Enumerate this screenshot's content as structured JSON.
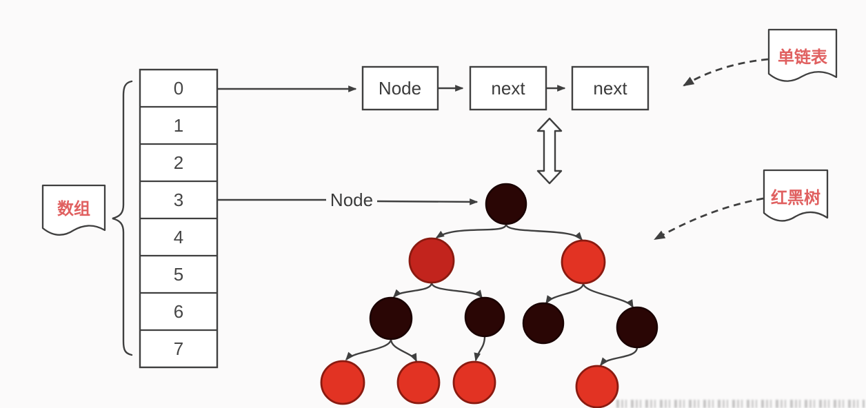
{
  "colors": {
    "background": "#fbfafa",
    "ink": "#3f3f3f",
    "note_text": "#e06060",
    "black_node_fill": "#2a0605",
    "red_node_fill": "#e23323",
    "red_node_muted_fill": "#c2241d",
    "box_fill": "#ffffff"
  },
  "array": {
    "note_label": "数组",
    "cells": [
      "0",
      "1",
      "2",
      "3",
      "4",
      "5",
      "6",
      "7"
    ]
  },
  "linked_list": {
    "note_label": "单链表",
    "nodes": [
      "Node",
      "next",
      "next"
    ]
  },
  "tree": {
    "note_label": "红黑树",
    "pointer_label": "Node",
    "nodes": [
      {
        "id": "root",
        "level": 1,
        "color": "black"
      },
      {
        "id": "l2-left",
        "level": 2,
        "color": "red"
      },
      {
        "id": "l2-right",
        "level": 2,
        "color": "red"
      },
      {
        "id": "l3-1",
        "level": 3,
        "color": "black"
      },
      {
        "id": "l3-2",
        "level": 3,
        "color": "black"
      },
      {
        "id": "l3-3",
        "level": 3,
        "color": "black"
      },
      {
        "id": "l3-4",
        "level": 3,
        "color": "black"
      },
      {
        "id": "l4-1",
        "level": 4,
        "color": "red"
      },
      {
        "id": "l4-2",
        "level": 4,
        "color": "red"
      },
      {
        "id": "l4-3",
        "level": 4,
        "color": "red"
      },
      {
        "id": "l4-4",
        "level": 4,
        "color": "red"
      }
    ]
  }
}
